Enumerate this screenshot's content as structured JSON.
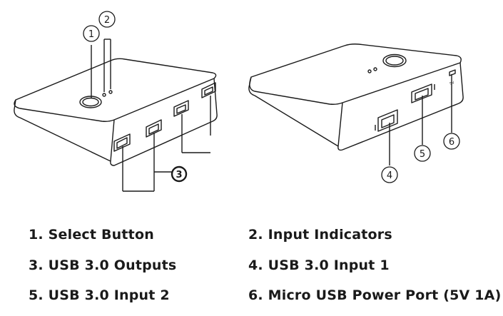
{
  "callouts": {
    "c1": "1",
    "c2": "2",
    "c3": "3",
    "c4": "4",
    "c5": "5",
    "c6": "6"
  },
  "port_label": "5V",
  "legend": [
    {
      "text": "1. Select Button"
    },
    {
      "text": "2. Input Indicators"
    },
    {
      "text": "3. USB 3.0 Outputs"
    },
    {
      "text": "4. USB 3.0 Input 1"
    },
    {
      "text": "5. USB 3.0 Input 2"
    },
    {
      "text": "6. Micro USB Power Port (5V 1A)"
    }
  ],
  "colors": {
    "stroke": "#1a1a1a",
    "background": "#ffffff"
  }
}
